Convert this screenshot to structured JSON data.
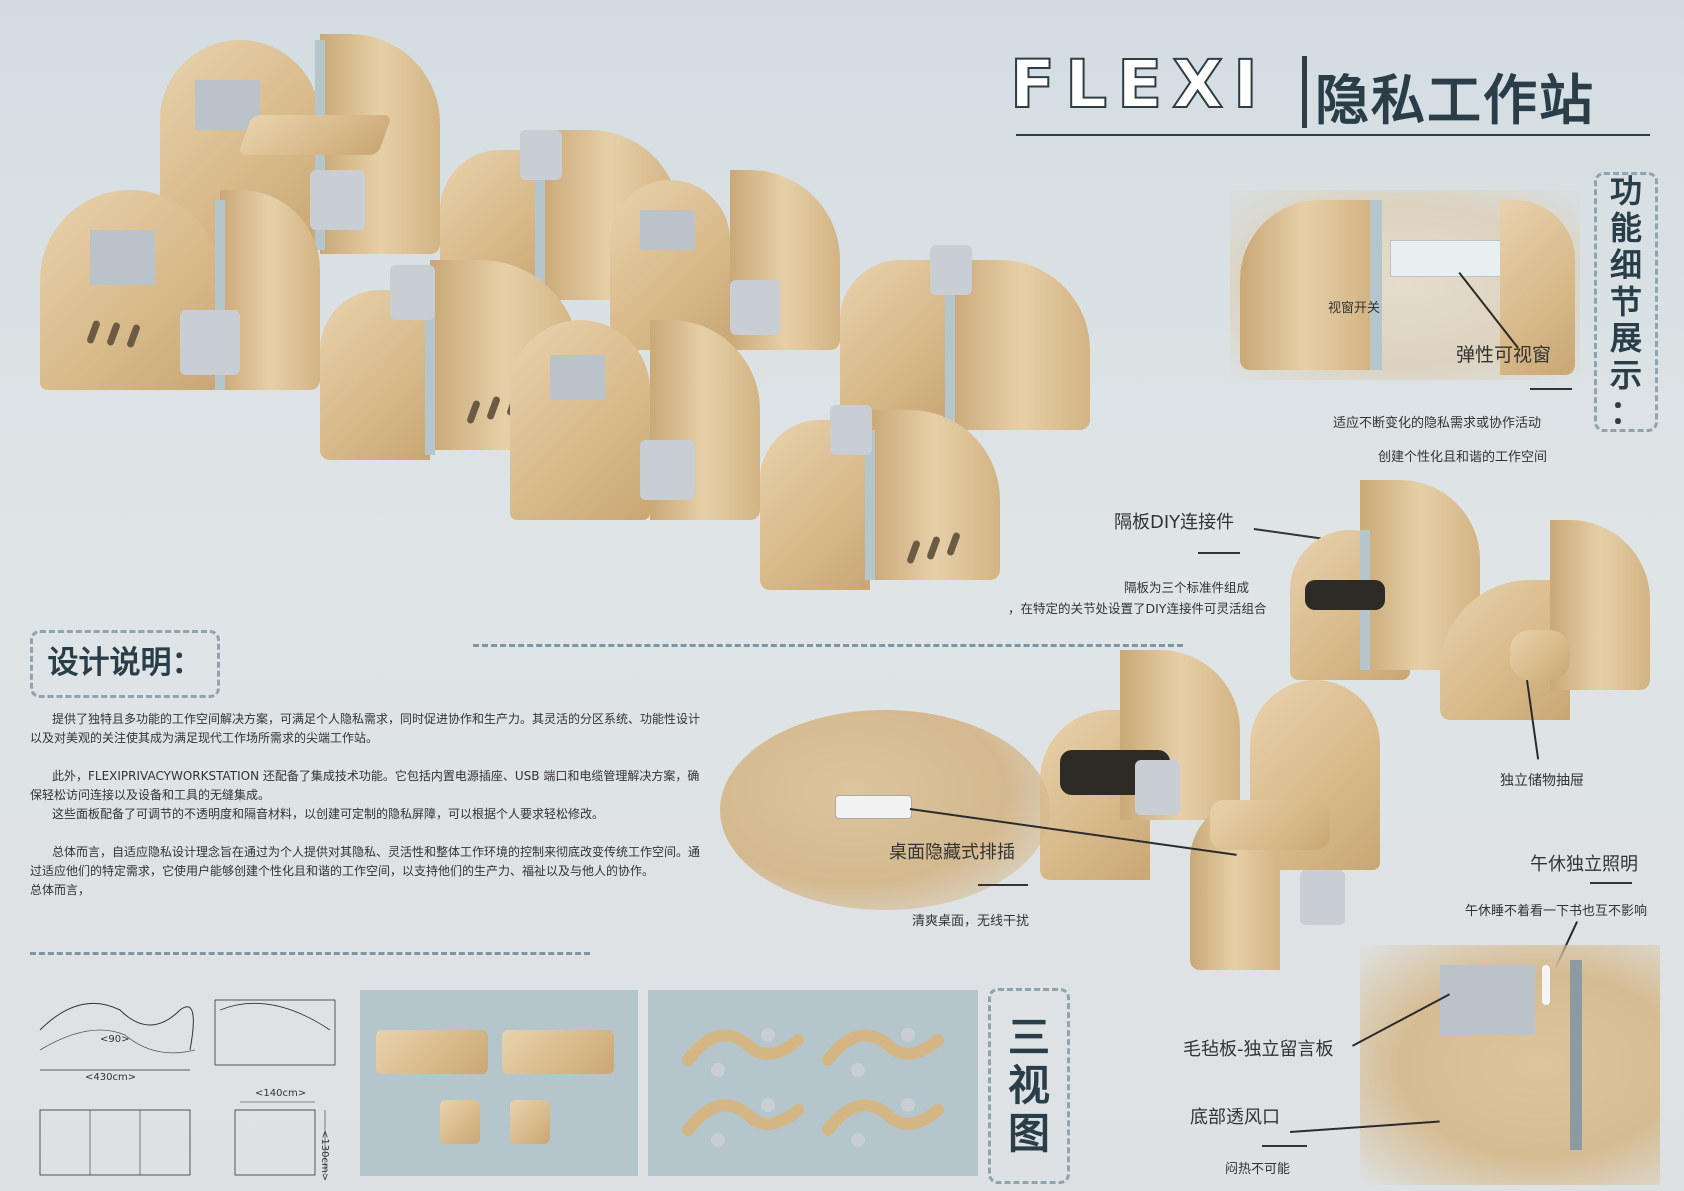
{
  "header": {
    "title_en": "FLEXI",
    "title_cn": "隐私工作站"
  },
  "feature_box": {
    "chars": [
      "功",
      "能",
      "细",
      "节",
      "展",
      "示",
      "："
    ]
  },
  "feature_detail": {
    "window_switch": "视窗开关",
    "elastic_window": "弹性可视窗",
    "desc1": "适应不断变化的隐私需求或协作活动",
    "desc2": "创建个性化且和谐的工作空间"
  },
  "connector": {
    "label": "隔板DIY连接件",
    "desc1": "隔板为三个标准件组成",
    "desc2": "，在特定的关节处设置了DIY连接件可灵活组合"
  },
  "design": {
    "heading": "设计说明：",
    "p1": "提供了独特且多功能的工作空间解决方案，可满足个人隐私需求，同时促进协作和生产力。其灵活的分区系统、功能性设计以及对美观的关注使其成为满足现代工作场所需求的尖端工作站。",
    "p2": "此外，FLEXIPRIVACYWORKSTATION 还配备了集成技术功能。它包括内置电源插座、USB 端口和电缆管理解决方案，确保轻松访问连接以及设备和工具的无缝集成。",
    "p3": "这些面板配备了可调节的不透明度和隔音材料，以创建可定制的隐私屏障，可以根据个人要求轻松修改。",
    "p4": "总体而言，自适应隐私设计理念旨在通过为个人提供对其隐私、灵活性和整体工作环境的控制来彻底改变传统工作空间。通过适应他们的特定需求，它使用户能够创建个性化且和谐的工作空间，以支持他们的生产力、福祉以及与他人的协作。",
    "p5": "总体而言，"
  },
  "socket": {
    "label": "桌面隐藏式排插",
    "desc": "清爽桌面，无线干扰"
  },
  "drawer": {
    "label": "独立储物抽屉"
  },
  "light": {
    "label": "午休独立照明",
    "desc": "午休睡不着看一下书也互不影响"
  },
  "felt": {
    "label": "毛毡板-独立留言板"
  },
  "vent": {
    "label": "底部透风口",
    "desc": "闷热不可能"
  },
  "three_view": {
    "chars": [
      "三",
      "视",
      "图"
    ]
  },
  "dims": {
    "d90": "<90>",
    "d430": "<430cm>",
    "d140": "<140cm>",
    "d130": "<130cm>"
  },
  "colors": {
    "accent": "#2a3e4a",
    "wood": "#d9bb8c",
    "dash": "#7c96a3",
    "panel_bg": "#b4c6cc"
  }
}
